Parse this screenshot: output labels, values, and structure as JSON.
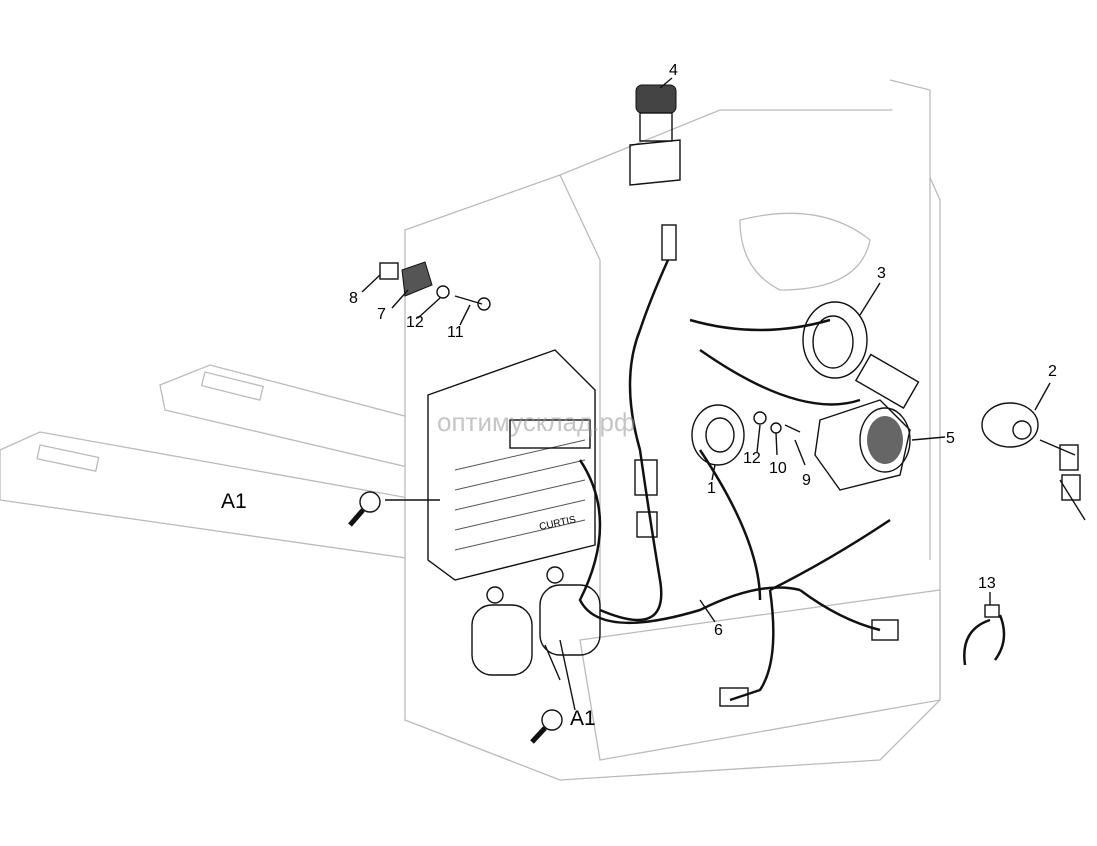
{
  "diagram": {
    "callouts": {
      "c4": "4",
      "c3": "3",
      "c2": "2",
      "c8": "8",
      "c7": "7",
      "c12a": "12",
      "c11": "11",
      "c5": "5",
      "c12b": "12",
      "c10": "10",
      "c9": "9",
      "c1": "1",
      "c6": "6",
      "c13": "13"
    },
    "views": {
      "a1_left": "A1",
      "a1_bottom": "A1"
    },
    "controller_brand": "CURTIS",
    "watermark": "оптимусклад.рф"
  }
}
